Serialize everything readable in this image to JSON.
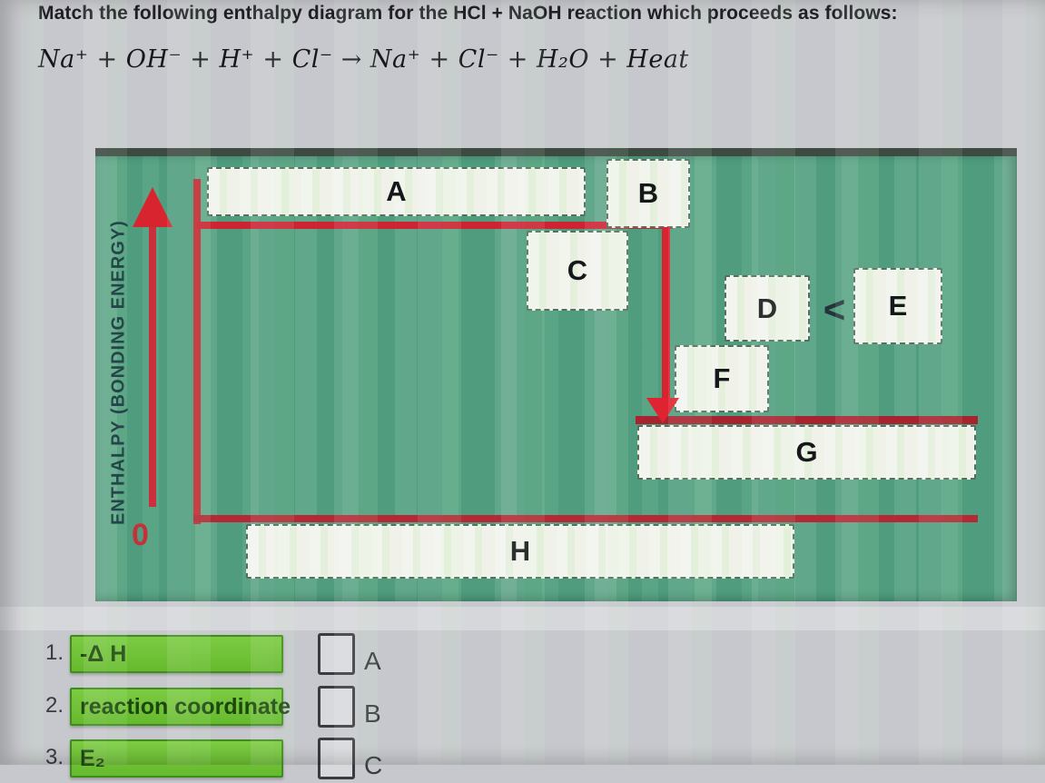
{
  "page": {
    "prompt": "Match the following enthalpy diagram for the HCl + NaOH reaction which proceeds as follows:",
    "equation": "Na⁺ + OH⁻ + H⁺ + Cl⁻ → Na⁺ + Cl⁻ + H₂O + Heat"
  },
  "diagram": {
    "axis_label": "ENTHALPY (BONDING ENERGY)",
    "origin_label": "0",
    "comparison_symbol": "<",
    "placeholders": [
      {
        "id": "A",
        "label": "A"
      },
      {
        "id": "B",
        "label": "B"
      },
      {
        "id": "C",
        "label": "C"
      },
      {
        "id": "D",
        "label": "D"
      },
      {
        "id": "E",
        "label": "E"
      },
      {
        "id": "F",
        "label": "F"
      },
      {
        "id": "G",
        "label": "G"
      },
      {
        "id": "H",
        "label": "H"
      }
    ],
    "colors": {
      "background": "#4f9d7e",
      "line_red": "#c52a37",
      "arrow_red": "#d8242f",
      "dark_red": "#a82330",
      "box_fill": "#f0f2ea",
      "letter_color": "#15181a"
    }
  },
  "matching": {
    "items": [
      {
        "number": "1.",
        "term": "-Δ H"
      },
      {
        "number": "2.",
        "term": "reaction coordinate"
      },
      {
        "number": "3.",
        "term": "E₂"
      }
    ],
    "choices": [
      {
        "label": "A"
      },
      {
        "label": "B"
      },
      {
        "label": "C"
      }
    ]
  }
}
